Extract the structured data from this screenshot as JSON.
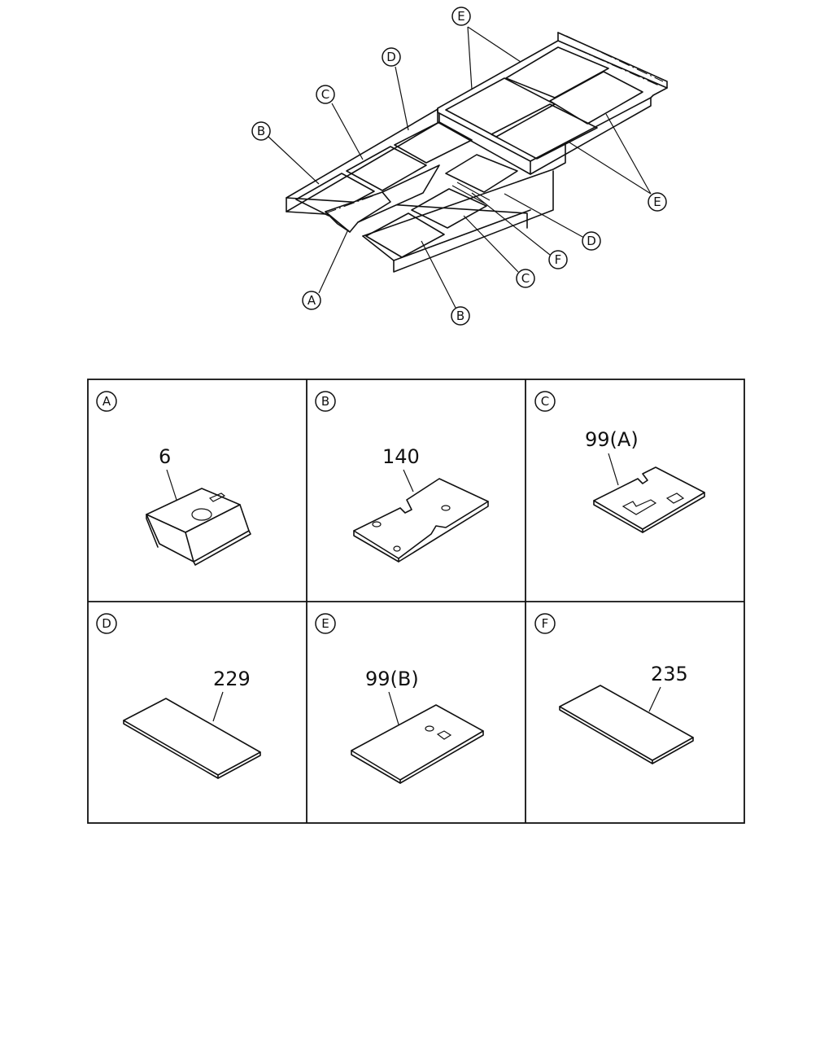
{
  "overview": {
    "callouts": [
      "E",
      "D",
      "C",
      "B",
      "E",
      "D",
      "F",
      "C",
      "B",
      "A"
    ]
  },
  "panels": [
    {
      "letter": "A",
      "part_number": "6"
    },
    {
      "letter": "B",
      "part_number": "140"
    },
    {
      "letter": "C",
      "part_number": "99(A)"
    },
    {
      "letter": "D",
      "part_number": "229"
    },
    {
      "letter": "E",
      "part_number": "99(B)"
    },
    {
      "letter": "F",
      "part_number": "235"
    }
  ]
}
